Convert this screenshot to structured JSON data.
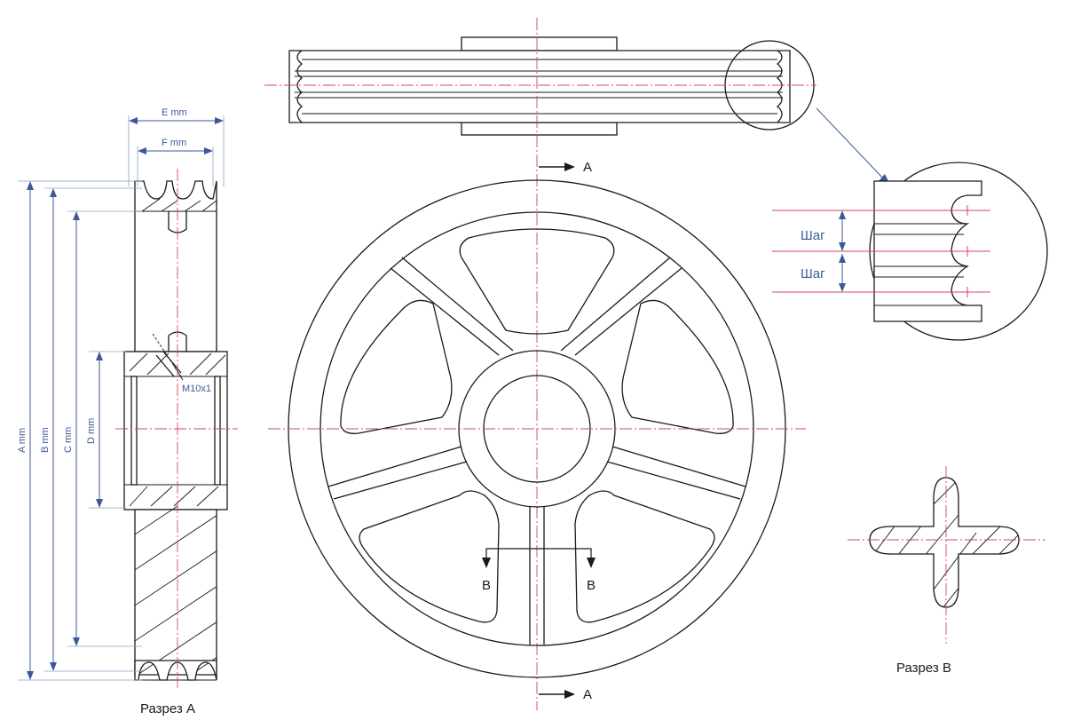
{
  "dimensions": {
    "e_label": "E mm",
    "f_label": "F mm",
    "a_label": "A mm",
    "b_label": "B mm",
    "c_label": "C mm",
    "d_label": "D mm",
    "thread_label": "M10x1"
  },
  "detail": {
    "pitch_label_1": "Шаг",
    "pitch_label_2": "Шаг"
  },
  "sections": {
    "section_a_caption": "Разрез А",
    "section_b_caption": "Разрез В",
    "cut_a_top": "А",
    "cut_a_bottom": "А",
    "cut_b_left": "В",
    "cut_b_right": "В"
  },
  "colors": {
    "centerline": "#d6455d",
    "dimension": "#3b5998",
    "outline": "#1a1a1a"
  }
}
